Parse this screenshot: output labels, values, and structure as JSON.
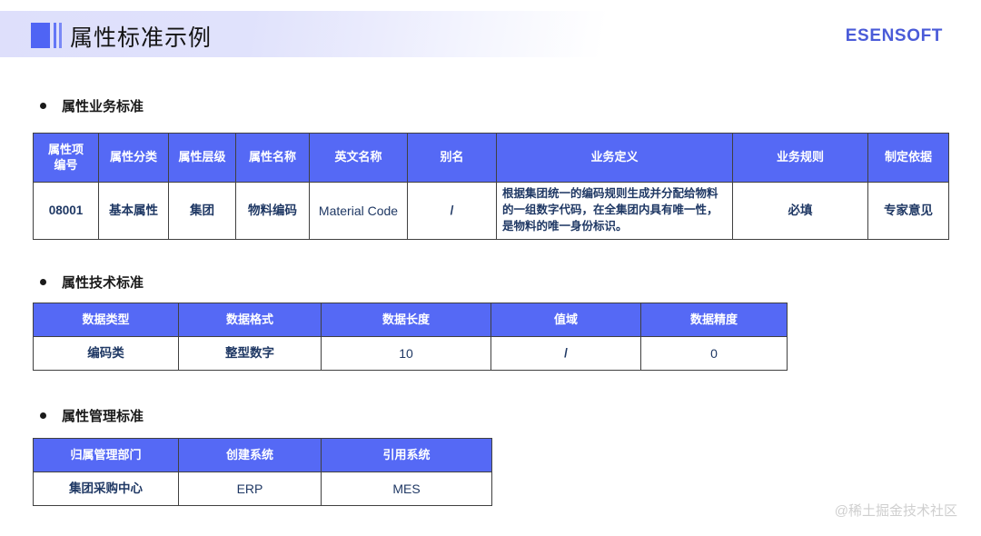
{
  "header": {
    "title": "属性标准示例",
    "logo": "ESENSOFT",
    "accent_color": "#5569f5",
    "band_color": "#dedffb"
  },
  "sections": [
    {
      "id": "business",
      "title": "属性业务标准"
    },
    {
      "id": "technical",
      "title": "属性技术标准"
    },
    {
      "id": "management",
      "title": "属性管理标准"
    }
  ],
  "tables": {
    "business": {
      "headers": [
        "属性项编号",
        "属性分类",
        "属性层级",
        "属性名称",
        "英文名称",
        "别名",
        "业务定义",
        "业务规则",
        "制定依据"
      ],
      "header_line1": "属性项",
      "header_line2": "编号",
      "row": {
        "code": "08001",
        "category": "基本属性",
        "level": "集团",
        "name": "物料编码",
        "english_name": "Material Code",
        "alias": "/",
        "definition": "根据集团统一的编码规则生成并分配给物料的一组数字代码，在全集团内具有唯一性，是物料的唯一身份标识。",
        "rule": "必填",
        "basis": "专家意见"
      }
    },
    "technical": {
      "headers": [
        "数据类型",
        "数据格式",
        "数据长度",
        "值域",
        "数据精度"
      ],
      "row": [
        "编码类",
        "整型数字",
        "10",
        "/",
        "0"
      ]
    },
    "management": {
      "headers": [
        "归属管理部门",
        "创建系统",
        "引用系统"
      ],
      "row": [
        "集团采购中心",
        "ERP",
        "MES"
      ]
    }
  },
  "watermark": "@稀土掘金技术社区"
}
